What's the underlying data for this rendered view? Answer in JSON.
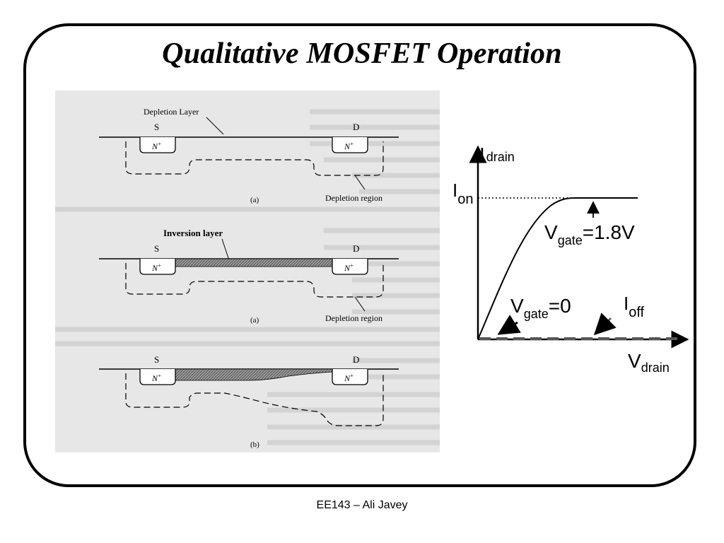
{
  "slide": {
    "title": "Qualitative MOSFET Operation",
    "footer": "EE143 – Ali Javey"
  },
  "left_figure": {
    "panel_a1": {
      "top_label": "Depletion Layer",
      "source": "S",
      "drain": "D",
      "n_plus": "N",
      "n_plus_sup": "+",
      "bottom_label": "Depletion region",
      "caption": "(a)"
    },
    "panel_a2": {
      "top_label": "Inversion layer",
      "source": "S",
      "drain": "D",
      "n_plus": "N",
      "n_plus_sup": "+",
      "bottom_label": "Depletion region",
      "caption": "(a)"
    },
    "panel_b": {
      "source": "S",
      "drain": "D",
      "n_plus": "N",
      "n_plus_sup": "+",
      "caption": "(b)"
    }
  },
  "graph": {
    "y_axis": {
      "main": "I",
      "sub": "drain"
    },
    "x_axis": {
      "main": "V",
      "sub": "drain"
    },
    "i_on": {
      "main": "I",
      "sub": "on"
    },
    "i_off": {
      "main": "I",
      "sub": "off"
    },
    "vgate_high": {
      "main": "V",
      "sub": "gate",
      "value": "=1.8V"
    },
    "vgate_zero": {
      "main": "V",
      "sub": "gate",
      "value": "=0"
    }
  }
}
